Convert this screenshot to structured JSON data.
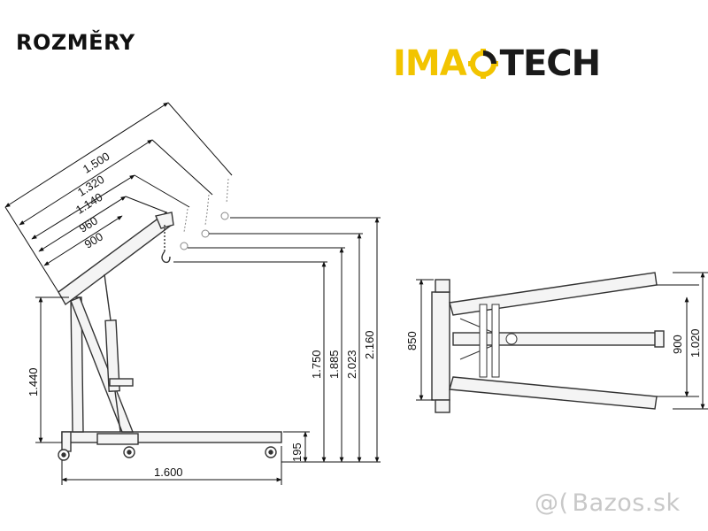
{
  "title": "ROZMĚRY",
  "logo": {
    "part1": "IMA",
    "part2": "TECH",
    "accent_color": "#f2c400",
    "dark_color": "#1a1a1a"
  },
  "watermark": {
    "symbol": "@(",
    "text": "Bazos.sk"
  },
  "side_view": {
    "boom_lengths": [
      "1.500",
      "1.320",
      "1.140",
      "960",
      "900"
    ],
    "heights": [
      "1.750",
      "1.885",
      "2.023",
      "2.160"
    ],
    "mast_height": "1.440",
    "base_length": "1.600",
    "base_height": "195"
  },
  "top_view": {
    "inner_width": "850",
    "leg_width": "900",
    "outer_width": "1.020"
  }
}
